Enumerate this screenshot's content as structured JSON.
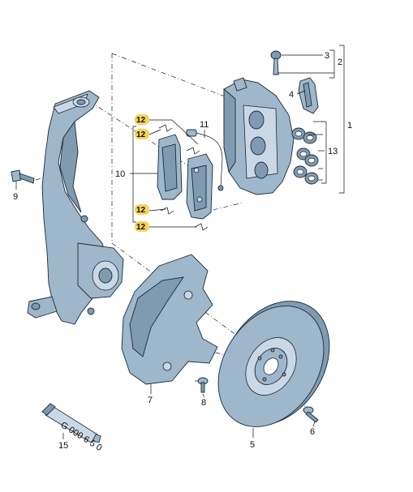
{
  "diagram": {
    "callouts": {
      "c1": "1",
      "c2": "2",
      "c3": "3",
      "c4": "4",
      "c5": "5",
      "c6": "6",
      "c7": "7",
      "c8": "8",
      "c9": "9",
      "c10": "10",
      "c11": "11",
      "c12a": "12",
      "c12b": "12",
      "c12c": "12",
      "c12d": "12",
      "c13": "13",
      "c15": "15"
    },
    "tube_text": "G 000 6 5 0",
    "highlight_color": "#f3d35a",
    "part_color": "#9eb7cb",
    "part_shadow_color": "#7f9bb2"
  }
}
